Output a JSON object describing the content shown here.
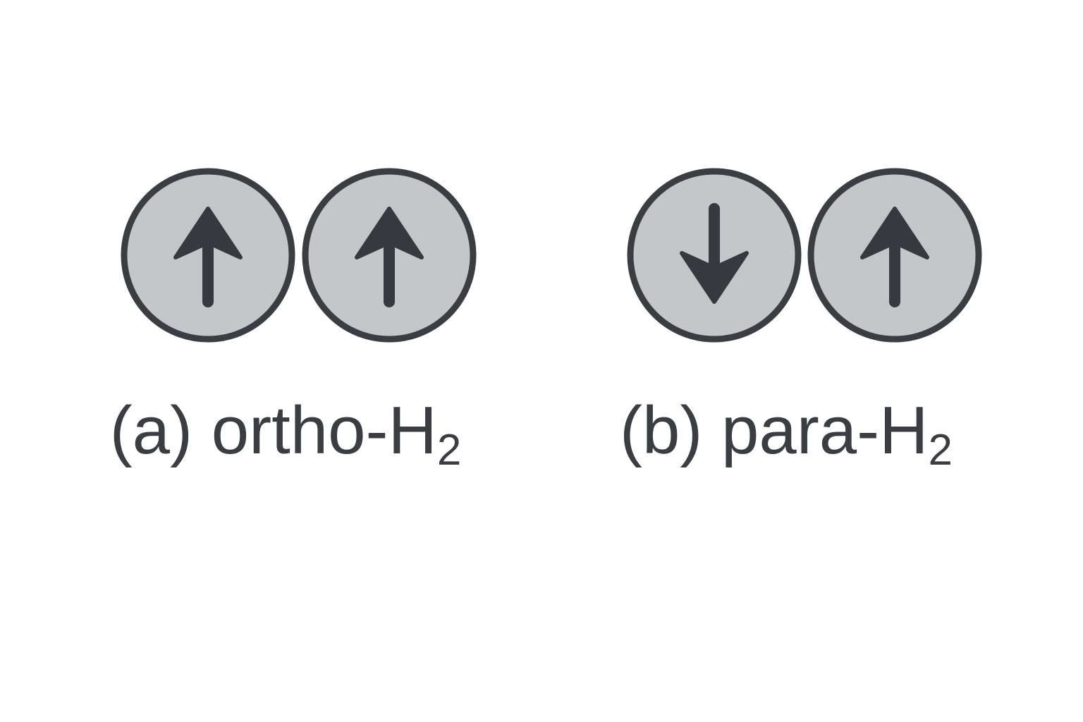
{
  "colors": {
    "outline": "#3a3e42",
    "atom_fill": "#c4c6c9",
    "arrow": "#363a3e",
    "text": "#3a3e42",
    "background": "#ffffff"
  },
  "molecules": [
    {
      "name": "ortho",
      "caption": {
        "prefix": "(a) ortho-H",
        "subscript": "2"
      },
      "spins": [
        "up",
        "up"
      ]
    },
    {
      "name": "para",
      "caption": {
        "prefix": "(b) para-H",
        "subscript": "2"
      },
      "spins": [
        "down",
        "up"
      ]
    }
  ]
}
